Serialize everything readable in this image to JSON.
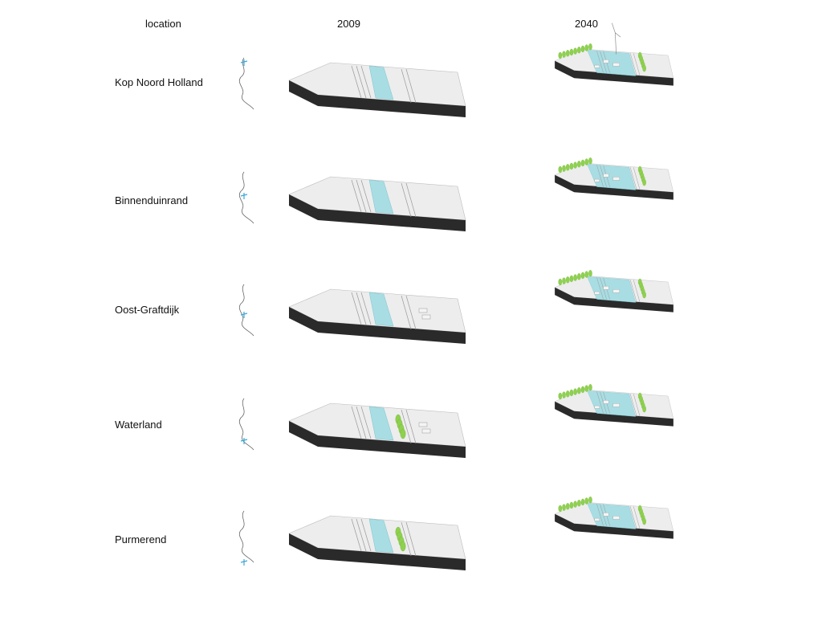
{
  "headers": {
    "location": "location",
    "y2009": "2009",
    "y2040": "2040"
  },
  "rows": [
    {
      "label": "Kop Noord Holland"
    },
    {
      "label": "Binnenduinrand"
    },
    {
      "label": "Oost-Graftdijk"
    },
    {
      "label": "Waterland"
    },
    {
      "label": "Purmerend"
    }
  ],
  "colors": {
    "water": "#a8dde3",
    "ground_top": "#ededed",
    "ground_side": "#2a2a2a",
    "trees": "#8fd14f",
    "coast_marker": "#3ca8d8"
  }
}
